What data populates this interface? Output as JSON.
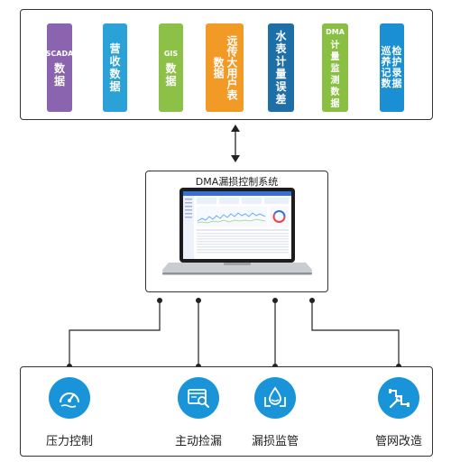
{
  "system_title": "DMA漏损控制系统",
  "sources": [
    {
      "head": "SCADA",
      "body": "数据",
      "color": "#8b64b0"
    },
    {
      "head": "",
      "body": "营收数据",
      "color": "#2aa2d8"
    },
    {
      "head": "GIS",
      "body": "数据",
      "color": "#8cc046"
    },
    {
      "head": "",
      "body": "远传大用户表数据",
      "color": "#f29a26"
    },
    {
      "head": "",
      "body": "水表计量误差",
      "color": "#1e6fa8"
    },
    {
      "head": "DMA",
      "body": "计量监测数据",
      "color": "#89c044"
    },
    {
      "head": "",
      "body": "巡检养护记录数据",
      "color": "#1a8fd4"
    }
  ],
  "features": [
    {
      "label": "压力控制",
      "icon": "pressure-gauge-icon"
    },
    {
      "label": "主动捡漏",
      "icon": "leak-search-icon"
    },
    {
      "label": "漏损监管",
      "icon": "water-hand-icon"
    },
    {
      "label": "管网改造",
      "icon": "pipe-wrench-icon"
    }
  ],
  "colors": {
    "accent": "#1a94d8",
    "line": "#222222"
  }
}
